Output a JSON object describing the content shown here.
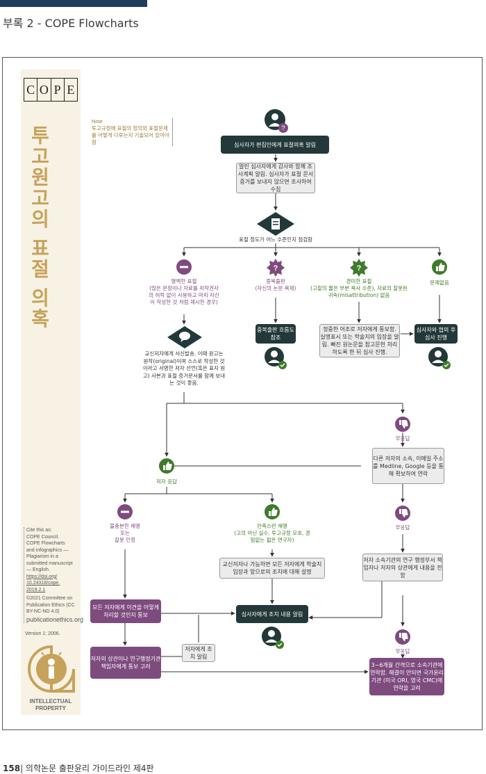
{
  "header": {
    "title": "부록 2 - COPE Flowcharts"
  },
  "footer": {
    "page": "158",
    "text": "| 의학논문 출판윤리 가이드라인 제4판"
  },
  "sidebar": {
    "logo_letters": [
      "C",
      "O",
      "P",
      "E"
    ],
    "title": "투고원고의 표절 의혹",
    "cite": {
      "lines": [
        "Cite this as:",
        "COPE Council.",
        "COPE Flowcharts",
        "and infographics —",
        "Plagiarism in a",
        "submitted manuscript",
        "— English."
      ],
      "link": "https://doi.org/ 10.24318/cope. 2019.2.1",
      "copyright": "©2021 Committee on Publication Ethics (CC BY-NC-ND 4.0)",
      "site": "publicationethics.org"
    },
    "version": "Version 1: 2006.",
    "ip_label": "INTELLECTUAL PROPERTY"
  },
  "note": {
    "title": "Note",
    "text": "투고규정에 표절의 정의와 표절문제를 어떻게 다루는지 기술되어 있어야 함"
  },
  "flow": {
    "start": "심사자가 편집인에게 표절의혹 알림",
    "collect": "알린 심사자에게 감사와 함께 조사계획 알림. 심사자가 표절 문서 증거를 보내지 않으면 조사하여 수집",
    "check": "표절 정도가 어느 수준인지 점검함",
    "clear_title": "명백한 표절",
    "clear_desc": "(많은 문장이나 자료를 저작권자의 허락 없이 사용하고 마치 자신이 작성한 것 처럼 제시한 경우)",
    "dup_title": "중복출판",
    "dup_desc": "(자신의 논문 복제)",
    "minor_title": "경미한 표절",
    "minor_desc": "(고찰의 짧은 부분 복사 수준), 자료의 잘못된 귀속(misattribution) 없음",
    "none_title": "문제없음",
    "dup_box": "중복출판 흐름도 참조",
    "minor_box": "정중한 어조로 저자에게 통보함. 실명표시 또는 학술지의 입장을 알림. 빠진 원논문을 참고문헌 처리하도록 한 뒤 심사 진행.",
    "none_box": "심사자와 협의 후 심사 진행",
    "contact_text": "교신저자에게 서신발송. 이때 원고는 원작(original)이며 스스로 작성한 것이라고 서명한 저자 선언(혹은 표지 원고) 사본과 표절 증거문서를 함께 보내는 것이 좋음.",
    "no_reply1": "무응답",
    "contact_others": "다른 저자의 소속, 이메일 주소를 Medline, Google 등을 통해 확보하여 연락",
    "author_reply": "저자 응답",
    "unsat_title": "불충분한 해명",
    "unsat_sub": "또는",
    "unsat_desc": "잘못 인정",
    "sat_title": "만족스런 해명",
    "sat_desc": "(고의 아닌 실수, 투고규정 모호, 경험없는 젊은 연구자)",
    "no_reply2": "무응답",
    "explain_box": "교신저자나 가능하면 모든 저자에게 학술지 입장과 앞으로의 조치에 대해 설명",
    "institution_box": "저자 소속기관의 연구 행정부서 책임자나 저자의 상관에게 내용을 전함",
    "notify_all": "모든 저자에게 이견을 어떻게 처리할 것인지 통보",
    "inform_reviewer": "심사자에게 조치 내용 알림",
    "consider_box": "저자의 상관이나 연구행정기관 책임자에게 통보 고려",
    "notify_authors": "저자에게 조치 알림",
    "no_reply3": "무응답",
    "final_box": "3~6개월 간격으로 소속기관에 연락함. 해결이 안되면 국가윤리기관 (미국 ORI, 영국 CMC)에 연락을 고려"
  },
  "colors": {
    "dark": "#233838",
    "purple": "#7e4b7f",
    "green": "#3f7b2c",
    "gold": "#c7a25a"
  }
}
